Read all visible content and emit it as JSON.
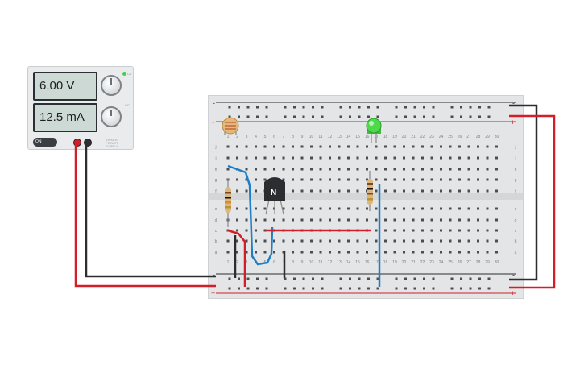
{
  "power_supply": {
    "voltage_display": "6.00 V",
    "current_display": "12.5 mA",
    "switch_label": "ON",
    "voltage_knob_label": "CV",
    "current_knob_label": "CC",
    "brand_line1": "TINKER",
    "brand_line2": "POWER",
    "brand_line3": "SUPPLY"
  },
  "breadboard": {
    "row_letters_top": [
      "j",
      "i",
      "h",
      "g",
      "f"
    ],
    "row_letters_bottom": [
      "e",
      "d",
      "c",
      "b",
      "a"
    ],
    "column_count": 30,
    "rail_plus": "+",
    "rail_minus": "-"
  },
  "components": {
    "transistor_label": "N",
    "led_color": "green",
    "wire_colors": {
      "red": "#d21e28",
      "black": "#2b2d30",
      "blue": "#1e7fc8"
    }
  }
}
